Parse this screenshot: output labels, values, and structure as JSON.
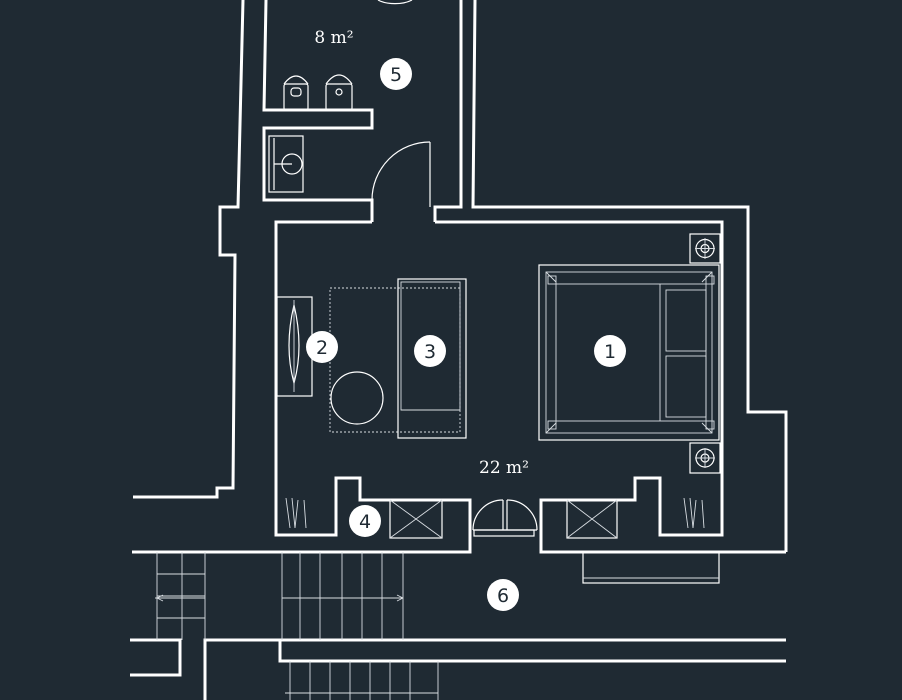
{
  "palette": {
    "background": "#1f2a33",
    "lines": "#ffffff",
    "badge_fill": "#ffffff",
    "badge_text": "#1f2a33"
  },
  "areas": {
    "bathroom": "8 m²",
    "bedroom": "22 m²"
  },
  "markers": [
    "1",
    "2",
    "3",
    "4",
    "5",
    "6"
  ]
}
